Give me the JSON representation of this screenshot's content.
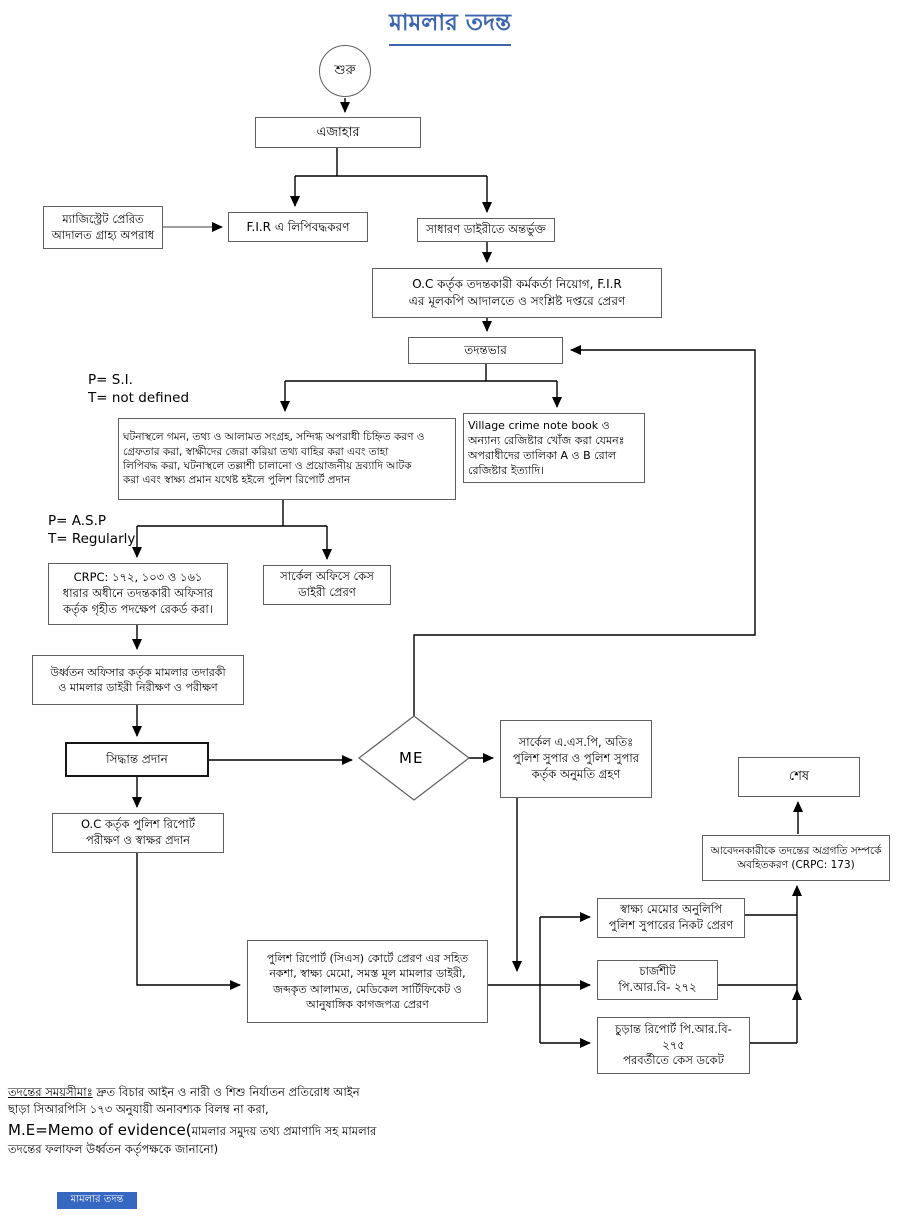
{
  "title": "মামলার তদন্ত",
  "annotations": {
    "p_si": [
      "P= S.I.",
      "T= not defined"
    ],
    "p_asp": [
      "P= A.S.P",
      "T= Regularly"
    ]
  },
  "nodes": {
    "start": "শুরু",
    "ejahar": "এজাহার",
    "magistrate": [
      "ম্যাজিস্ট্রেট প্রেরিত",
      "আদালত গ্রাহ্য অপরাধ"
    ],
    "fir": "F.I.R এ লিপিবদ্ধকরণ",
    "general_diary": "সাধারণ ডাইরীতে অন্তর্ভুক্ত",
    "oc_assign": [
      "O.C কর্তৃক তদন্তকারী কর্মকর্তা নিয়োগ, F.I.R",
      "এর মূলকপি আদালতে ও সংশ্লিষ্ট দপ্তরে প্রেরণ"
    ],
    "investigation_charge": "তদন্তভার",
    "scene_actions": [
      "ঘটনাস্থলে গমন, তথ্য ও আলামত সংগ্রহ, সন্দিগ্ধ অপরাধী চিহ্নিত করণ ও",
      "গ্রেফতার করা, স্বাক্ষীদের জেরা করিয়া তথ্য বাহির করা এবং তাহা",
      "লিপিবদ্ধ করা, ঘটনাস্থলে তল্লাশী চালানো ও প্রয়োজনীয় দ্রব্যাদি আটক",
      "করা এবং স্বাক্ষ্য প্রমান যথেষ্ট হইলে পুলিশ রিপোর্ট প্রদান"
    ],
    "village_register": [
      "Village crime note book ও",
      "অন্যান্য রেজিষ্টার খোঁজ করা যেমনঃ",
      "অপরাধীদের তালিকা A ও B রোল",
      "রেজিষ্টার ইত্যাদি।"
    ],
    "crpc_record": [
      "CRPC: ১৭২, ১০৩ ও ১৬১",
      "ধারার অধীনে তদন্তকারী অফিসার",
      "কর্তৃক গৃহীত পদক্ষেপ রেকর্ড করা।"
    ],
    "circle_office": [
      "সার্কেল অফিসে কেস",
      "ডাইরী প্রেরণ"
    ],
    "supervision": [
      "উর্ধ্বতন অফিসার কর্তৃক মামলার তদারকী",
      "ও মামলার ডাইরী নিরীক্ষণ ও পরীক্ষণ"
    ],
    "decision": "সিদ্ধান্ত প্রদান",
    "me": "ME",
    "permission": [
      "সার্কেল এ.এস.পি, অতিঃ",
      "পুলিশ সুপার ও পুলিশ সুপার",
      "কর্তৃক অনুমতি গ্রহণ"
    ],
    "end": "শেষ",
    "inform_applicant": [
      "আবেদনকারীকে তদন্তের অগ্রগতি সম্পর্কে",
      "অবহিতকরণ (CRPC: 173)"
    ],
    "oc_sign": [
      "O.C কর্তৃক পুলিশ রিপোর্ট",
      "পরীক্ষণ ও স্বাক্ষর প্রদান"
    ],
    "cs_court": [
      "পুলিশ রিপোর্ট (সিএস) কোর্টে প্রেরণ এর সহিত",
      "নকশা, স্বাক্ষ্য মেমো, সমস্ত মূল মামলার ডাইরী,",
      "জব্দকৃত আলামত, মেডিকেল সার্টিফিকেট ও",
      "আনুষাঙ্গিক কাগজপত্র প্রেরণ"
    ],
    "memo_copy": [
      "স্বাক্ষ্য মেমোর অনুলিপি",
      "পুলিশ সুপারের নিকট প্রেরণ"
    ],
    "chargesheet": [
      "চার্জশীট",
      "পি.আর.বি- ২৭২"
    ],
    "final_report": [
      "চুড়ান্ত রিপোর্ট পি.আর.বি-",
      "২৭৫",
      "পরবর্তীতে কেস ডকেট"
    ]
  },
  "notes": {
    "line1_underlined": "তদন্তের সময়সীমাঃ",
    "line1_rest": " দ্রুত বিচার আইন ও নারী ও শিশু নির্যাতন প্রতিরোধ আইন",
    "line2": "ছাড়া সিআরপিসি ১৭৩ অনুযায়ী অনাবশ্যক বিলম্ব না করা,",
    "line3_latin": "M.E=Memo of evidence(",
    "line3_bangla": "মামলার সমুদয় তথ্য প্রমাণাদি সহ মামলার",
    "line4": "তদন্তের ফলাফল উর্ধ্বতন কর্তৃপক্ষকে জানানো)"
  },
  "footer_badge": "মামলার তদন্ত",
  "colors": {
    "title_blue": "#3c66ae",
    "box_border": "#5f5f5f",
    "line_black": "#000000",
    "line_gray": "#7f7f7f",
    "badge_blue": "#3667c1"
  }
}
